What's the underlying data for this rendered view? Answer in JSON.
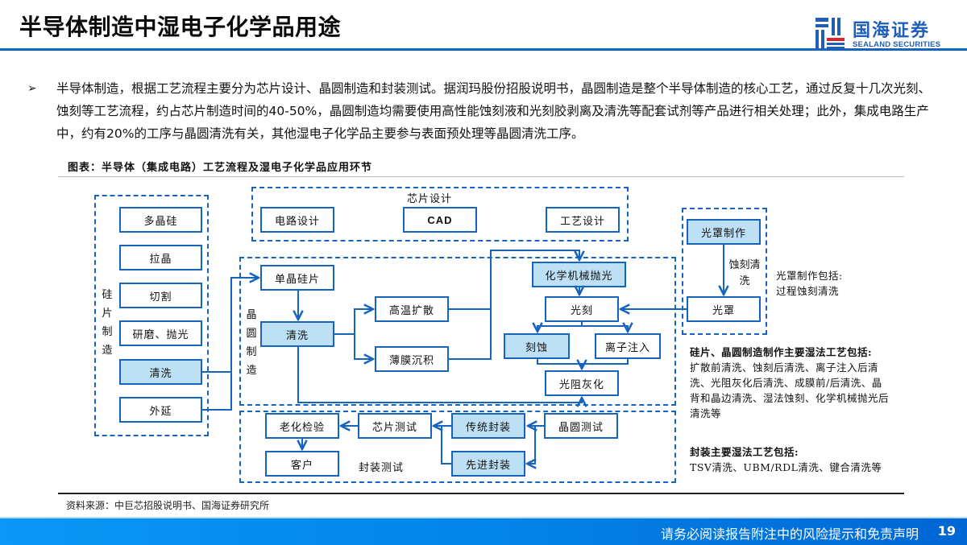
{
  "header": {
    "title": "半导体制造中湿电子化学品用途",
    "logo_cn": "国海证券",
    "logo_en": "SEALAND SECURITIES"
  },
  "bullet": {
    "marker": "➢",
    "text": "半导体制造，根据工艺流程主要分为芯片设计、晶圆制造和封装测试。据润玛股份招股说明书，晶圆制造是整个半导体制造的核心工艺，通过反复十几次光刻、蚀刻等工艺流程，约占芯片制造时间的40-50%，晶圆制造均需要使用高性能蚀刻液和光刻胶剥离及清洗等配套试剂等产品进行相关处理；此外，集成电路生产中，约有20%的工序与晶圆清洗有关，其他湿电子化学品主要参与表面预处理等晶圆清洗工序。"
  },
  "figure": {
    "title": "图表：半导体（集成电路）工艺流程及湿电子化学品应用环节",
    "source": "资料来源：中巨芯招股说明书、国海证券研究所",
    "groups": {
      "silicon": "硅片制造",
      "chip_design": "芯片设计",
      "wafer": "晶圆制造",
      "packaging": "封装测试",
      "mask_step": "蚀刻清洗"
    },
    "nodes": {
      "polysilicon": "多晶硅",
      "crystal_pulling": "拉晶",
      "cutting": "切割",
      "grinding": "研磨、抛光",
      "si_cleaning": "清洗",
      "epitaxy": "外延",
      "circuit_design": "电路设计",
      "cad": "CAD",
      "process_design": "工艺设计",
      "single_wafer": "单晶硅片",
      "wafer_cleaning": "清洗",
      "diffusion": "高温扩散",
      "thin_film": "薄膜沉积",
      "cmp": "化学机械抛光",
      "lithography": "光刻",
      "etching": "刻蚀",
      "ion_implant": "离子注入",
      "ashing": "光阻灰化",
      "mask_making": "光罩制作",
      "mask": "光罩",
      "aging_test": "老化检验",
      "chip_test": "芯片测试",
      "trad_pkg": "传统封装",
      "wafer_test": "晶圆测试",
      "customer": "客户",
      "adv_pkg": "先进封装"
    },
    "notes": {
      "mask_note_1": "光罩制作包括:",
      "mask_note_2": "过程蚀刻清洗",
      "wet_title": "硅片、晶圆制造制作主要湿法工艺包括:",
      "wet_body": "扩散前清洗、蚀刻后清洗、离子注入后清洗、光阻灰化后清洗、成膜前/后清洗、晶背和晶边清洗、湿法蚀刻、化学机械抛光后清洗等",
      "pkg_title": "封装主要湿法工艺包括:",
      "pkg_body": "TSV清洗、UBM/RDL清洗、键合清洗等"
    }
  },
  "footer": {
    "disclaimer": "请务必阅读报告附注中的风险提示和免责声明",
    "page": "19"
  },
  "colors": {
    "accent": "#1565c0",
    "highlight_fill": "#bde0f5",
    "footer_blue": "#0385e8"
  }
}
